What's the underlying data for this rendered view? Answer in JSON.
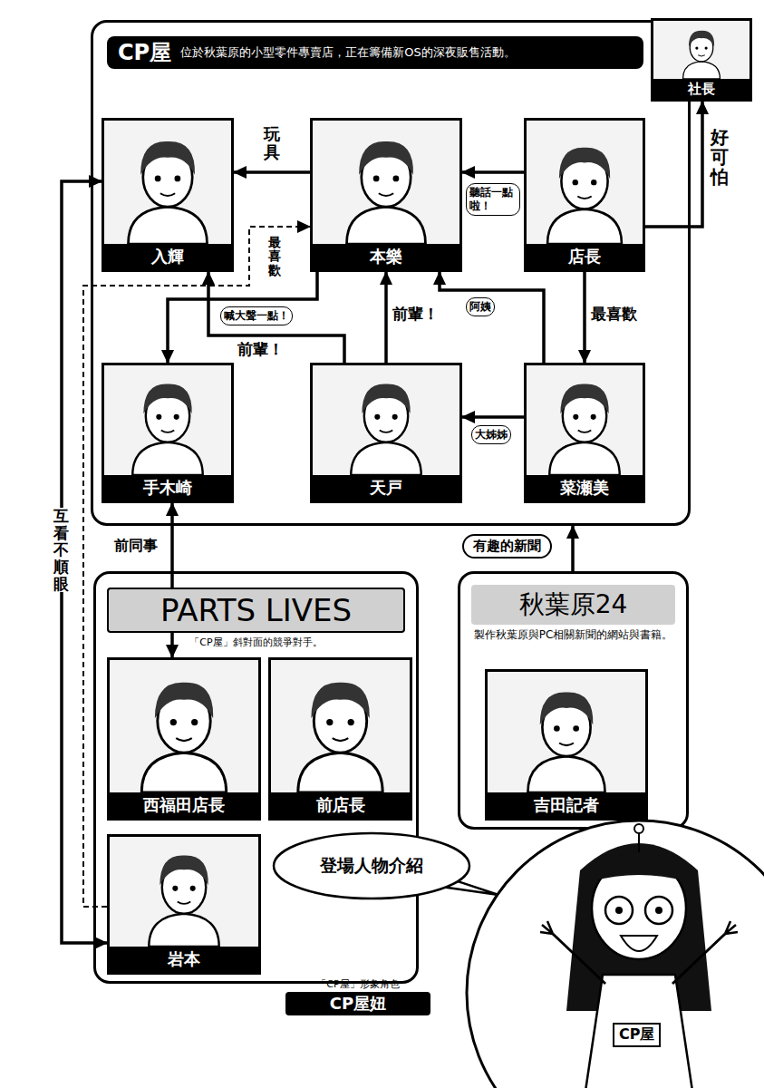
{
  "diagram": {
    "title": "登場人物介紹",
    "nodes": [
      {
        "text": [
          "CP屋",
          "位於秋葉原的小型零件專賣店，正在籌備新OS的深夜販售活動。"
        ]
      },
      {
        "text": [
          "入輝"
        ],
        "in": 0
      },
      {
        "text": [
          "本樂"
        ],
        "in": 0
      },
      {
        "text": [
          "店長"
        ],
        "in": 0
      },
      {
        "text": [
          "社長"
        ]
      },
      {
        "text": [
          "手木崎"
        ],
        "in": 0
      },
      {
        "text": [
          "天戸"
        ],
        "in": 0
      },
      {
        "text": [
          "菜瀬美"
        ],
        "in": 0
      },
      {
        "text": [
          "PARTS LIVES",
          "「CP屋」斜對面的競爭對手。"
        ]
      },
      {
        "text": [
          "西福田店長"
        ],
        "in": 8
      },
      {
        "text": [
          "前店長"
        ],
        "in": 8
      },
      {
        "text": [
          "岩本"
        ],
        "in": 8
      },
      {
        "text": [
          "秋葉原24",
          "製作秋葉原與PC相關新聞的網站與書籍。"
        ]
      },
      {
        "text": [
          "吉田記者"
        ],
        "in": 12
      },
      {
        "text": [
          "「CP屋」形象角色",
          "CP屋妞"
        ]
      }
    ],
    "edges": [
      {
        "from": 2,
        "to": 1,
        "label": "玩具",
        "arrow": "to"
      },
      {
        "from": 11,
        "to": 2,
        "label": "最喜歡",
        "arrow": "to"
      },
      {
        "from": 3,
        "to": 2,
        "label": "聽話一點啦！",
        "arrow": "to"
      },
      {
        "from": 3,
        "to": 4,
        "label": "好可怕",
        "arrow": "to"
      },
      {
        "from": 3,
        "to": 7,
        "label": "最喜歡",
        "arrow": "to"
      },
      {
        "from": 6,
        "to": 2,
        "label": "前輩！",
        "arrow": "to"
      },
      {
        "from": 6,
        "to": 1,
        "label": "前輩！",
        "arrow": "to"
      },
      {
        "from": 2,
        "to": 5,
        "label": "喊大聲一點！",
        "arrow": "to"
      },
      {
        "from": 7,
        "to": 2,
        "label": "阿姨",
        "arrow": "to"
      },
      {
        "from": 7,
        "to": 6,
        "label": "大姊姊",
        "arrow": "to"
      },
      {
        "from": 1,
        "to": 11,
        "label": "互看不順眼",
        "arrow": "both"
      },
      {
        "from": 5,
        "to": 9,
        "label": "前同事",
        "arrow": "both"
      },
      {
        "from": 12,
        "to": 0,
        "label": "有趣的新聞",
        "arrow": "to"
      }
    ],
    "labels": [
      "CP屋"
    ]
  }
}
